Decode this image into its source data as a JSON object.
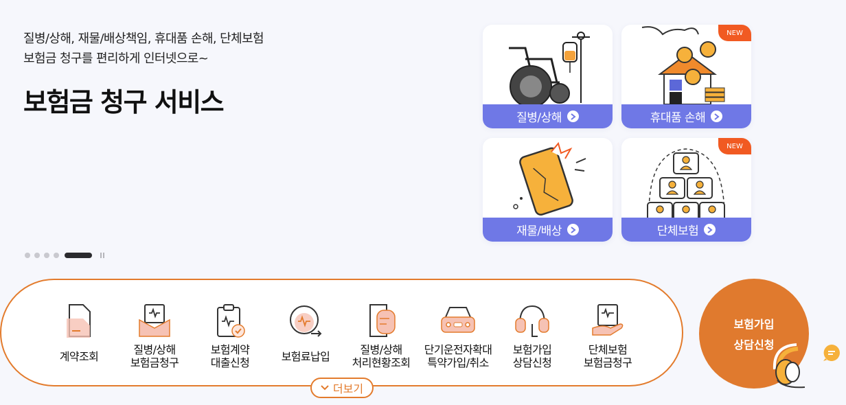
{
  "hero": {
    "sub_line1": "질병/상해, 재물/배상책임, 휴대품 손해, 단체보험",
    "sub_line2": "보험금 청구를 편리하게 인터넷으로~",
    "title": "보험금 청구 서비스"
  },
  "carousel": {
    "slide_count": 5,
    "active_slide": 5
  },
  "cards": [
    {
      "label": "질병/상해",
      "new": ""
    },
    {
      "label": "휴대품 손해",
      "new": "NEW"
    },
    {
      "label": "재물/배상",
      "new": ""
    },
    {
      "label": "단체보험",
      "new": "NEW"
    }
  ],
  "quick_menu": {
    "items": [
      {
        "line1": "계약조회",
        "line2": ""
      },
      {
        "line1": "질병/상해",
        "line2": "보험금청구"
      },
      {
        "line1": "보험계약",
        "line2": "대출신청"
      },
      {
        "line1": "보험료납입",
        "line2": ""
      },
      {
        "line1": "질병/상해",
        "line2": "처리현황조회"
      },
      {
        "line1": "단기운전자확대",
        "line2": "특약가입/취소"
      },
      {
        "line1": "보험가입",
        "line2": "상담신청"
      },
      {
        "line1": "단체보험",
        "line2": "보험금청구"
      }
    ],
    "more_label": "더보기"
  },
  "consult": {
    "line1": "보험가입",
    "line2": "상담신청"
  },
  "colors": {
    "accent": "#e37b2c",
    "card_label": "#6f78e6",
    "new_badge": "#f15a22"
  }
}
